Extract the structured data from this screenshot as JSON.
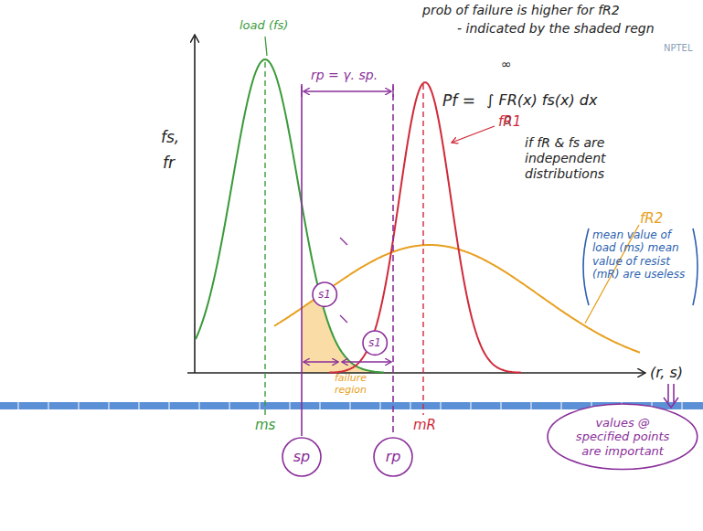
{
  "diagram": {
    "nodes": [
      {
        "text": [
          "values @ specified points are important"
        ]
      },
      {
        "text": [
          "sp"
        ]
      },
      {
        "text": [
          "rp"
        ]
      },
      {
        "text": [
          "s1"
        ]
      },
      {
        "text": [
          "s1"
        ]
      }
    ],
    "labels": [
      "prob of failure is higher for fR2",
      "- indicated by the shaded regn",
      "NPTEL",
      "Pf =",
      "∞",
      "0",
      "∫ FR(x) fs(x) dx",
      "if fR & fs are independent distributions",
      "fs,",
      "fr",
      "load (fs)",
      "rp = γ. sp.",
      "fR1",
      "fR2",
      "mean value of load (ms) mean value of resist (mR) are useless",
      "(r, s)",
      "ms",
      "mR",
      "failure region"
    ]
  }
}
